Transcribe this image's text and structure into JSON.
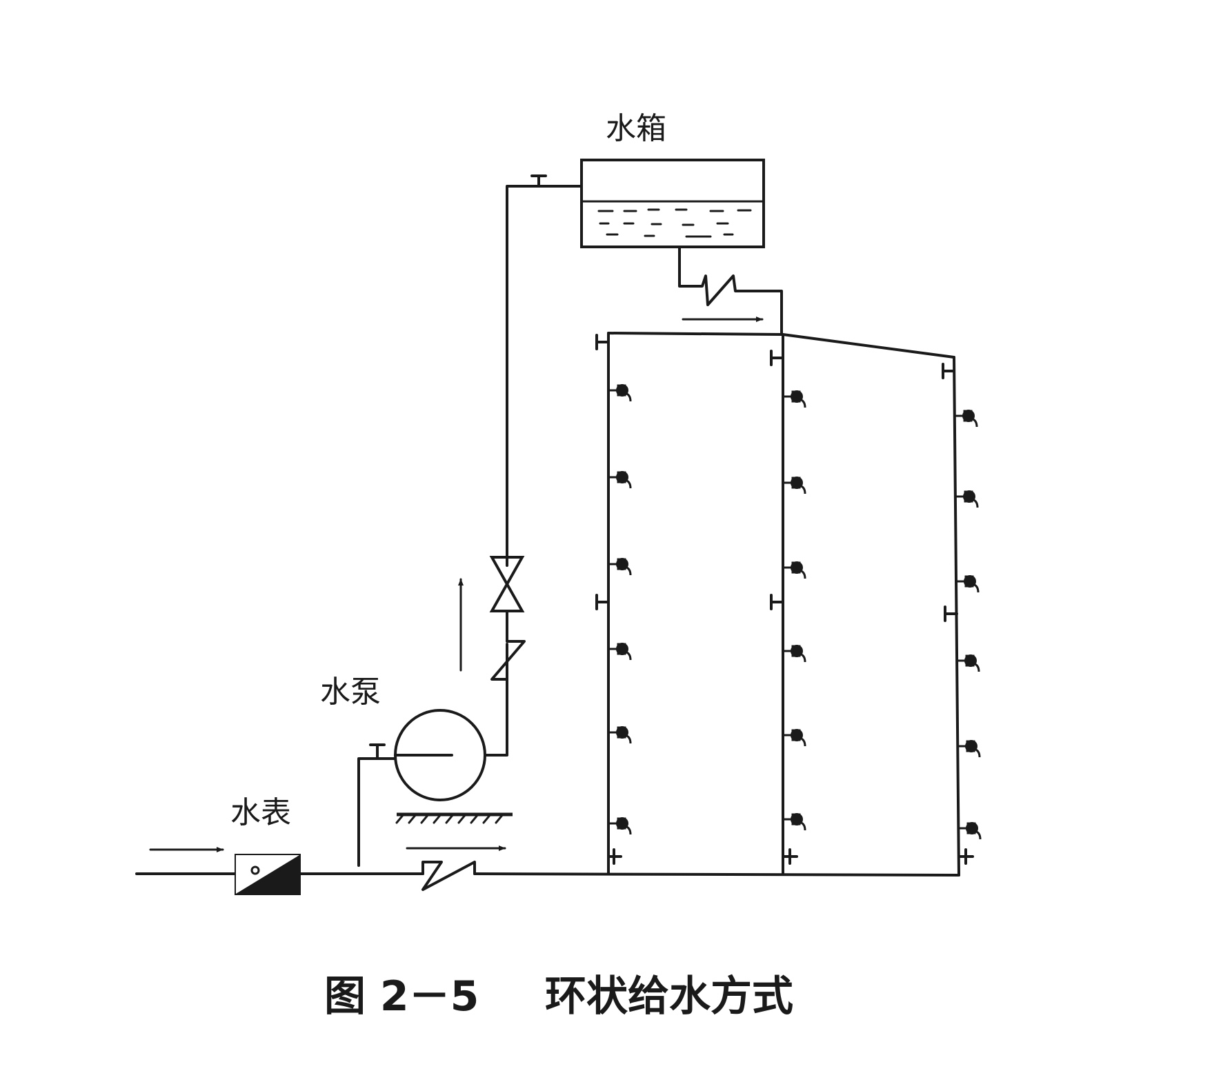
{
  "labels": {
    "tank": "水箱",
    "pump": "水泵",
    "meter": "水表"
  },
  "caption": {
    "figure_number": "图 2－5",
    "title": "环状给水方式"
  }
}
